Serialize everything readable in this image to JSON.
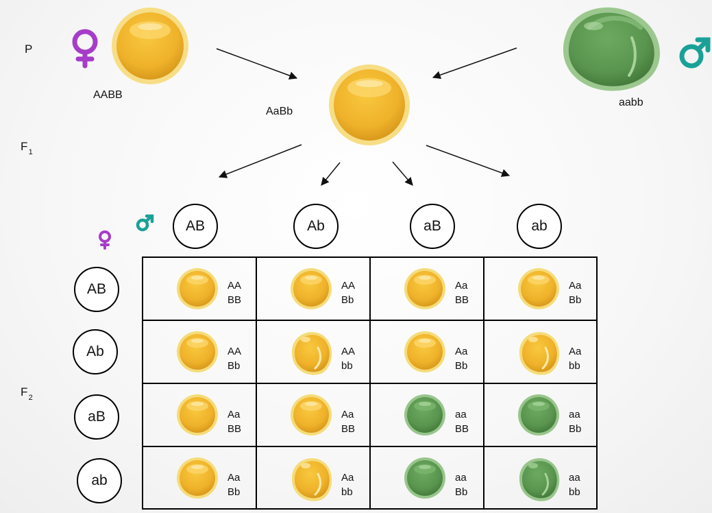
{
  "generations": {
    "p": "P",
    "f1_letter": "F",
    "f1_sub": "1",
    "f2_letter": "F",
    "f2_sub": "2"
  },
  "parents": {
    "female_genotype": "AABB",
    "male_genotype": "aabb",
    "f1_genotype": "AaBb",
    "female_color": "#a63cc8",
    "male_color": "#1aa197"
  },
  "gametes": {
    "male": [
      "AB",
      "Ab",
      "aB",
      "ab"
    ],
    "female": [
      "AB",
      "Ab",
      "aB",
      "ab"
    ]
  },
  "grid": {
    "rows": [
      [
        {
          "g1": "AA",
          "g2": "BB",
          "seed": "yellow-round"
        },
        {
          "g1": "AA",
          "g2": "Bb",
          "seed": "yellow-round"
        },
        {
          "g1": "Aa",
          "g2": "BB",
          "seed": "yellow-round"
        },
        {
          "g1": "Aa",
          "g2": "Bb",
          "seed": "yellow-round"
        }
      ],
      [
        {
          "g1": "AA",
          "g2": "Bb",
          "seed": "yellow-round"
        },
        {
          "g1": "AA",
          "g2": "bb",
          "seed": "yellow-wrinkled"
        },
        {
          "g1": "Aa",
          "g2": "Bb",
          "seed": "yellow-round"
        },
        {
          "g1": "Aa",
          "g2": "bb",
          "seed": "yellow-wrinkled"
        }
      ],
      [
        {
          "g1": "Aa",
          "g2": "BB",
          "seed": "yellow-round"
        },
        {
          "g1": "Aa",
          "g2": "BB",
          "seed": "yellow-round"
        },
        {
          "g1": "aa",
          "g2": "BB",
          "seed": "green-round"
        },
        {
          "g1": "aa",
          "g2": "Bb",
          "seed": "green-round"
        }
      ],
      [
        {
          "g1": "Aa",
          "g2": "Bb",
          "seed": "yellow-round"
        },
        {
          "g1": "Aa",
          "g2": "bb",
          "seed": "yellow-wrinkled"
        },
        {
          "g1": "aa",
          "g2": "Bb",
          "seed": "green-round"
        },
        {
          "g1": "aa",
          "g2": "bb",
          "seed": "green-wrinkled"
        }
      ]
    ]
  },
  "colors": {
    "yellow": "#f0b62c",
    "yellow_rim": "#f5dc7a",
    "green": "#5d9b53",
    "green_rim": "#98c58c"
  }
}
